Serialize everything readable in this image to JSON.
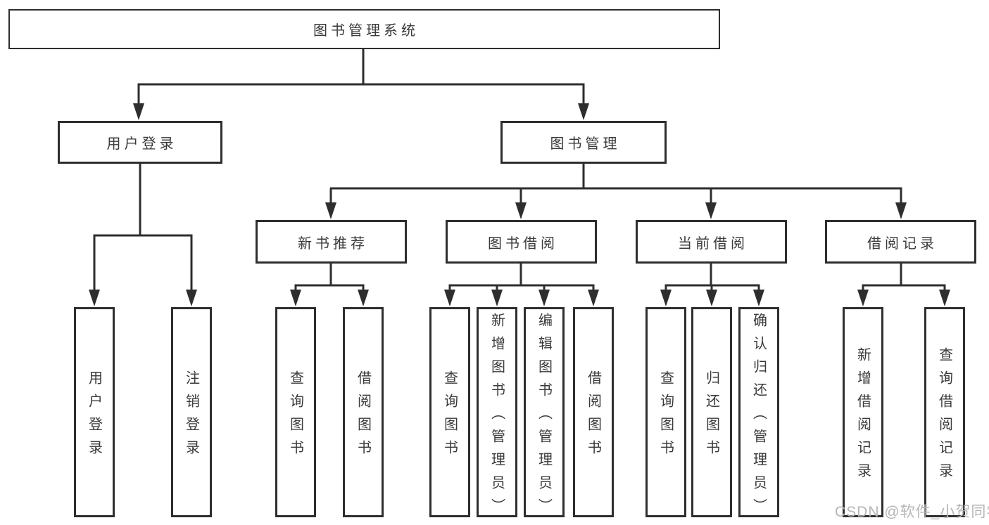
{
  "diagram_title": "图书管理系统",
  "nodes": {
    "root": {
      "label": "图书管理系统"
    },
    "level2": [
      {
        "id": "user-login",
        "label": "用户登录"
      },
      {
        "id": "book-management",
        "label": "图书管理"
      }
    ],
    "level3": [
      {
        "id": "new-book-recommend",
        "label": "新书推荐"
      },
      {
        "id": "book-borrow",
        "label": "图书借阅"
      },
      {
        "id": "current-borrow",
        "label": "当前借阅"
      },
      {
        "id": "borrow-records",
        "label": "借阅记录"
      }
    ],
    "leaves": {
      "user_login": [
        "用户登录",
        "注销登录"
      ],
      "new_book_recommend": [
        "查询图书",
        "借阅图书"
      ],
      "book_borrow": [
        "查询图书",
        "新增图书（管理员）",
        "编辑图书（管理员）",
        "借阅图书"
      ],
      "current_borrow": [
        "查询图书",
        "归还图书",
        "确认归还（管理员）"
      ],
      "borrow_records": [
        "新增借阅记录",
        "查询借阅记录"
      ]
    }
  },
  "watermark": "CSDN @软件_小贺同学",
  "colors": {
    "line": "#2e2e2e",
    "text": "#3a3a3a",
    "background": "#ffffff",
    "watermark": "#b5b5b5"
  }
}
